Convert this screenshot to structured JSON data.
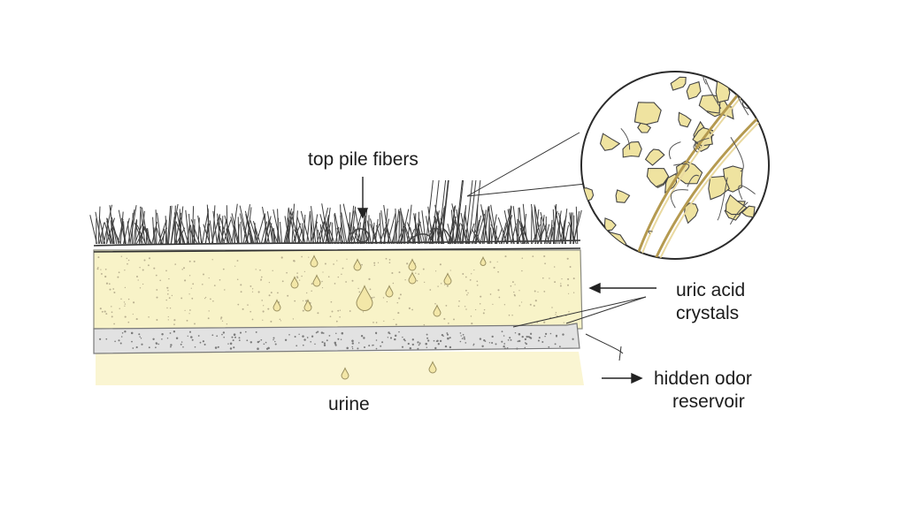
{
  "labels": {
    "top_pile_fibers": "top pile fibers",
    "uric_acid_line1": "uric acid",
    "uric_acid_line2": "crystals",
    "hidden_odor_line1": "hidden odor",
    "hidden_odor_line2": "reservoir",
    "urine": "urine"
  },
  "colors": {
    "background": "#ffffff",
    "backing_layer": "#f8f3c8",
    "padding_layer": "#e2e2e2",
    "lower_layer": "#faf5d2",
    "fibers": "#3f3f3f",
    "droplets": "#f3e7a8",
    "crystals": "#efe3a0",
    "ink": "#2a2a2a"
  },
  "icons": [
    "arrow-down-icon",
    "arrow-left-icon",
    "arrow-right-icon",
    "magnifier-circle-icon",
    "droplet-icon"
  ]
}
